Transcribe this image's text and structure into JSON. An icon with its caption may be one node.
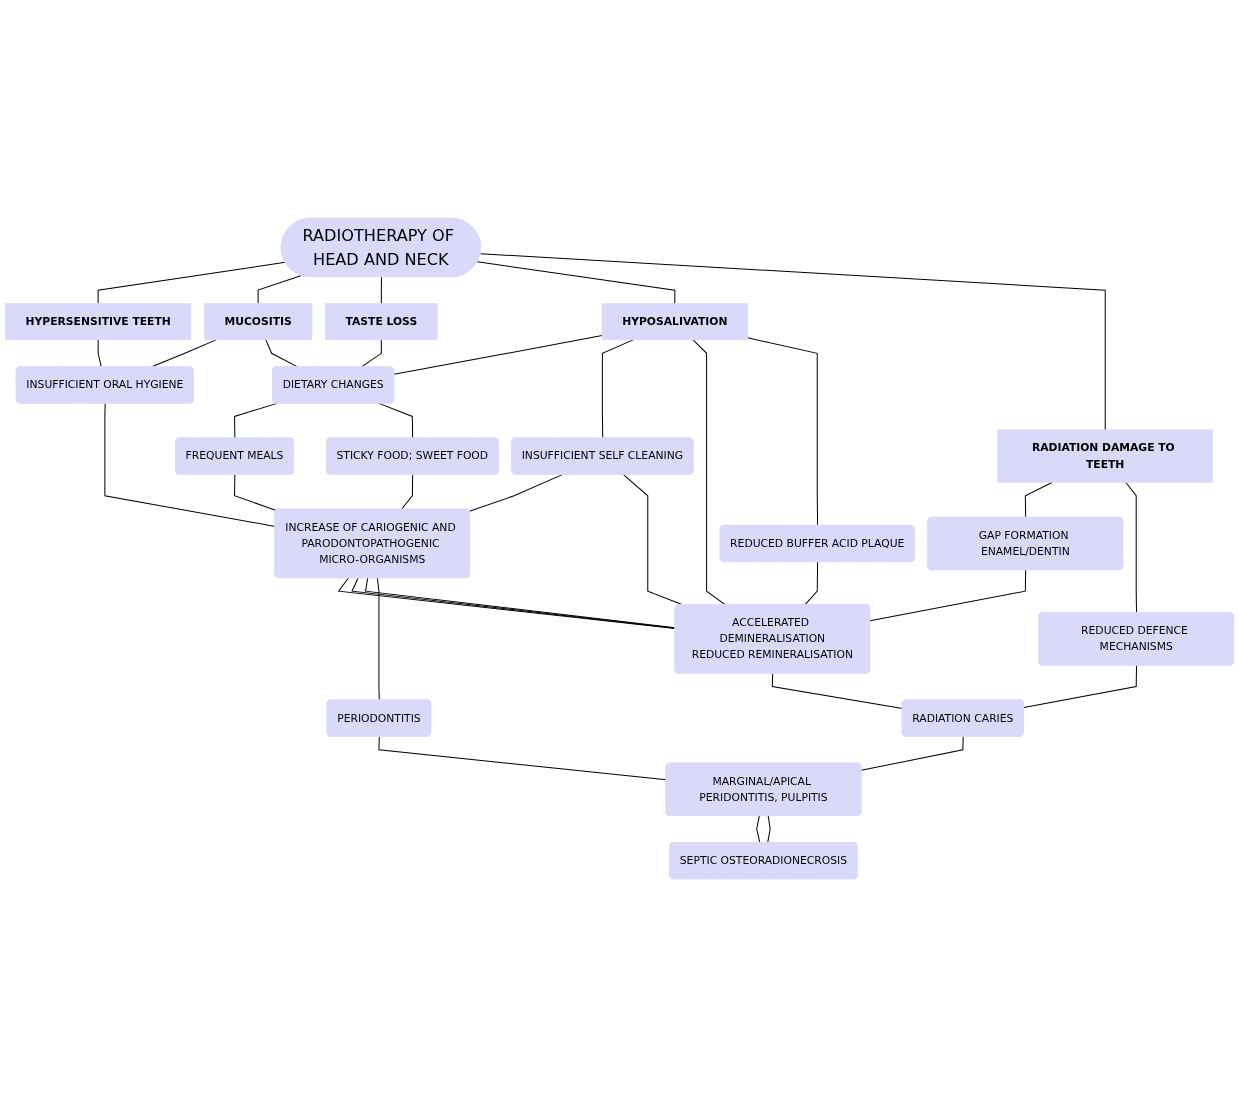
{
  "diagram": {
    "nodes": [
      {
        "text": [
          "RADIOTHERAPY OF HEAD AND NECK"
        ]
      },
      {
        "text": [
          "HYPERSENSITIVE TEETH"
        ]
      },
      {
        "text": [
          "MUCOSITIS"
        ]
      },
      {
        "text": [
          "TASTE LOSS"
        ]
      },
      {
        "text": [
          "HYPOSALIVATION"
        ]
      },
      {
        "text": [
          "RADIATION DAMAGE TO TEETH"
        ]
      },
      {
        "text": [
          "INSUFFICIENT ORAL HYGIENE"
        ]
      },
      {
        "text": [
          "DIETARY CHANGES"
        ]
      },
      {
        "text": [
          "INSUFFICIENT SELF CLEANING"
        ]
      },
      {
        "text": [
          "REDUCED BUFFER ACID PLAQUE"
        ]
      },
      {
        "text": [
          "FREQUENT MEALS"
        ]
      },
      {
        "text": [
          "STICKY FOOD; SWEET FOOD"
        ]
      },
      {
        "text": [
          "GAP FORMATION ENAMEL/DENTIN"
        ]
      },
      {
        "text": [
          "REDUCED DEFENCE MECHANISMS"
        ]
      },
      {
        "text": [
          "INCREASE OF CARIOGENIC AND PARODONTOPATHOGENIC MICRO-ORGANISMS"
        ]
      },
      {
        "text": [
          "ACCELERATED DEMINERALISATION",
          "REDUCED REMINERALISATION"
        ]
      },
      {
        "text": [
          "PERIODONTITIS"
        ]
      },
      {
        "text": [
          "RADIATION CARIES"
        ]
      },
      {
        "text": [
          "MARGINAL/APICAL PERIDONTITIS, PULPITIS"
        ]
      },
      {
        "text": [
          "SEPTIC OSTEORADIONECROSIS"
        ]
      }
    ],
    "edges": [
      {
        "from": 0,
        "to": 1,
        "arrow": "none"
      },
      {
        "from": 0,
        "to": 2,
        "arrow": "none"
      },
      {
        "from": 0,
        "to": 3,
        "arrow": "none"
      },
      {
        "from": 0,
        "to": 4,
        "arrow": "none"
      },
      {
        "from": 0,
        "to": 5,
        "arrow": "none"
      },
      {
        "from": 1,
        "to": 6,
        "arrow": "none"
      },
      {
        "from": 2,
        "to": 6,
        "arrow": "none"
      },
      {
        "from": 2,
        "to": 7,
        "arrow": "none"
      },
      {
        "from": 3,
        "to": 7,
        "arrow": "none"
      },
      {
        "from": 4,
        "to": 7,
        "arrow": "none"
      },
      {
        "from": 4,
        "to": 8,
        "arrow": "none"
      },
      {
        "from": 4,
        "to": 15,
        "arrow": "none"
      },
      {
        "from": 4,
        "to": 9,
        "arrow": "none"
      },
      {
        "from": 5,
        "to": 12,
        "arrow": "none"
      },
      {
        "from": 5,
        "to": 13,
        "arrow": "none"
      },
      {
        "from": 7,
        "to": 10,
        "arrow": "none"
      },
      {
        "from": 7,
        "to": 11,
        "arrow": "none"
      },
      {
        "from": 6,
        "to": 14,
        "arrow": "none"
      },
      {
        "from": 10,
        "to": 14,
        "arrow": "none"
      },
      {
        "from": 11,
        "to": 14,
        "arrow": "none"
      },
      {
        "from": 8,
        "to": 14,
        "arrow": "none"
      },
      {
        "from": 8,
        "to": 15,
        "arrow": "none"
      },
      {
        "from": 9,
        "to": 15,
        "arrow": "none"
      },
      {
        "from": 12,
        "to": 15,
        "arrow": "none"
      },
      {
        "from": 14,
        "to": 15,
        "arrow": "none"
      },
      {
        "from": 14,
        "to": 15,
        "arrow": "none"
      },
      {
        "from": 14,
        "to": 15,
        "arrow": "none"
      },
      {
        "from": 14,
        "to": 16,
        "arrow": "none"
      },
      {
        "from": 15,
        "to": 17,
        "arrow": "none"
      },
      {
        "from": 13,
        "to": 17,
        "arrow": "none"
      },
      {
        "from": 16,
        "to": 18,
        "arrow": "none"
      },
      {
        "from": 17,
        "to": 18,
        "arrow": "none"
      },
      {
        "from": 18,
        "to": 19,
        "arrow": "none"
      },
      {
        "from": 18,
        "to": 19,
        "arrow": "none"
      }
    ]
  }
}
